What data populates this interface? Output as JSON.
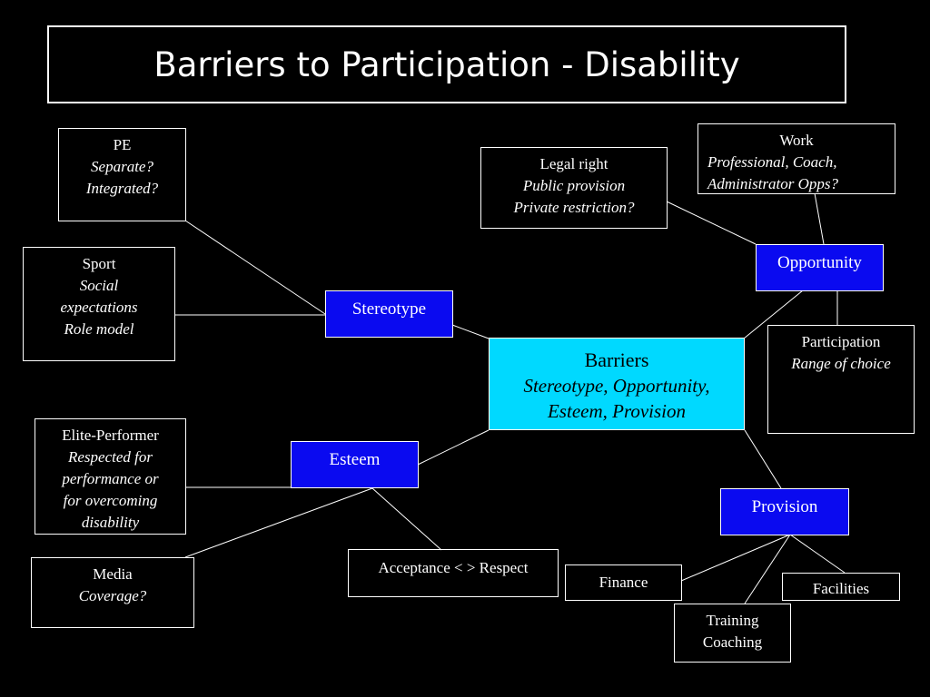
{
  "title": "Barriers to Participation - Disability",
  "center": {
    "label": "Barriers",
    "sub_lines": [
      "Stereotype, Opportunity,",
      "Esteem, Provision"
    ]
  },
  "hubs": {
    "stereotype": "Stereotype",
    "opportunity": "Opportunity",
    "esteem": "Esteem",
    "provision": "Provision"
  },
  "leaves": {
    "pe": {
      "heading": "PE",
      "lines": [
        "Separate?",
        "Integrated?"
      ]
    },
    "sport": {
      "heading": "Sport",
      "lines": [
        "Social",
        "expectations",
        "Role model"
      ]
    },
    "legal": {
      "heading": "Legal right",
      "lines": [
        "Public provision",
        "Private restriction?"
      ]
    },
    "work": {
      "heading": "Work",
      "lines": [
        "Professional, Coach,",
        "Administrator Opps?"
      ]
    },
    "participation": {
      "heading": "Participation",
      "lines": [
        "Range of choice"
      ]
    },
    "elite": {
      "heading": "Elite-Performer",
      "lines": [
        "Respected for",
        "performance or",
        "for overcoming",
        "disability"
      ]
    },
    "media": {
      "heading": "Media",
      "lines": [
        "Coverage?"
      ]
    },
    "acceptance": {
      "heading": "Acceptance < >  Respect"
    },
    "finance": {
      "heading": "Finance"
    },
    "facilities": {
      "heading": "Facilities"
    },
    "training": {
      "lines_plain": [
        "Training",
        "Coaching"
      ]
    }
  },
  "colors": {
    "background": "#000000",
    "hub_blue": "#0a0af0",
    "center_cyan": "#00d9ff",
    "line": "#ffffff"
  }
}
